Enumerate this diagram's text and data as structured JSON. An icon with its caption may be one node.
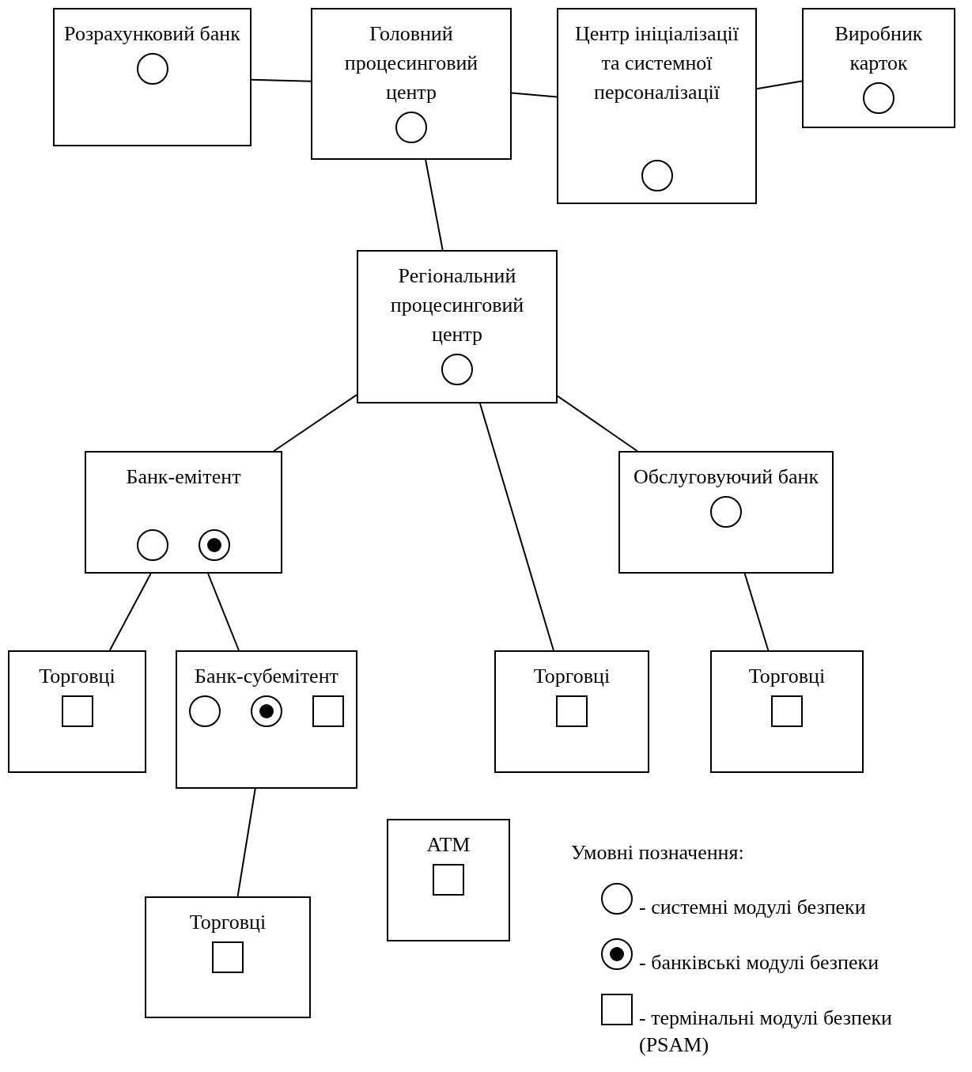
{
  "diagram": {
    "nodes": [
      {
        "text": [
          "Розрахунковий банк"
        ]
      },
      {
        "text": [
          "Головний процесинговий центр"
        ]
      },
      {
        "text": [
          "Центр ініціалізації та системної персоналізації"
        ]
      },
      {
        "text": [
          "Виробник карток"
        ]
      },
      {
        "text": [
          "Регіональний процесинговий центр"
        ]
      },
      {
        "text": [
          "Банк-емітент"
        ]
      },
      {
        "text": [
          "Обслуговуючий банк"
        ]
      },
      {
        "text": [
          "Торговці"
        ]
      },
      {
        "text": [
          "Банк-субемітент"
        ]
      },
      {
        "text": [
          "Торговці"
        ]
      },
      {
        "text": [
          "Торговці"
        ]
      },
      {
        "text": [
          "Торговці"
        ]
      },
      {
        "text": [
          "ATM"
        ]
      }
    ],
    "edges": [
      {
        "from": 0,
        "to": 1,
        "arrow": "none"
      },
      {
        "from": 1,
        "to": 2,
        "arrow": "none"
      },
      {
        "from": 2,
        "to": 3,
        "arrow": "none"
      },
      {
        "from": 1,
        "to": 4,
        "arrow": "none"
      },
      {
        "from": 4,
        "to": 5,
        "arrow": "none"
      },
      {
        "from": 4,
        "to": 9,
        "arrow": "none"
      },
      {
        "from": 4,
        "to": 6,
        "arrow": "none"
      },
      {
        "from": 5,
        "to": 7,
        "arrow": "none"
      },
      {
        "from": 5,
        "to": 8,
        "arrow": "none"
      },
      {
        "from": 6,
        "to": 10,
        "arrow": "none"
      },
      {
        "from": 8,
        "to": 11,
        "arrow": "none"
      }
    ],
    "labels": [
      "Умовні позначення:"
    ],
    "legend": [
      {
        "text": "- системні модулі безпеки"
      },
      {
        "text": "- банківські модулі безпеки"
      },
      {
        "text": "- термінальні модулі безпеки (PSAM)"
      }
    ]
  }
}
